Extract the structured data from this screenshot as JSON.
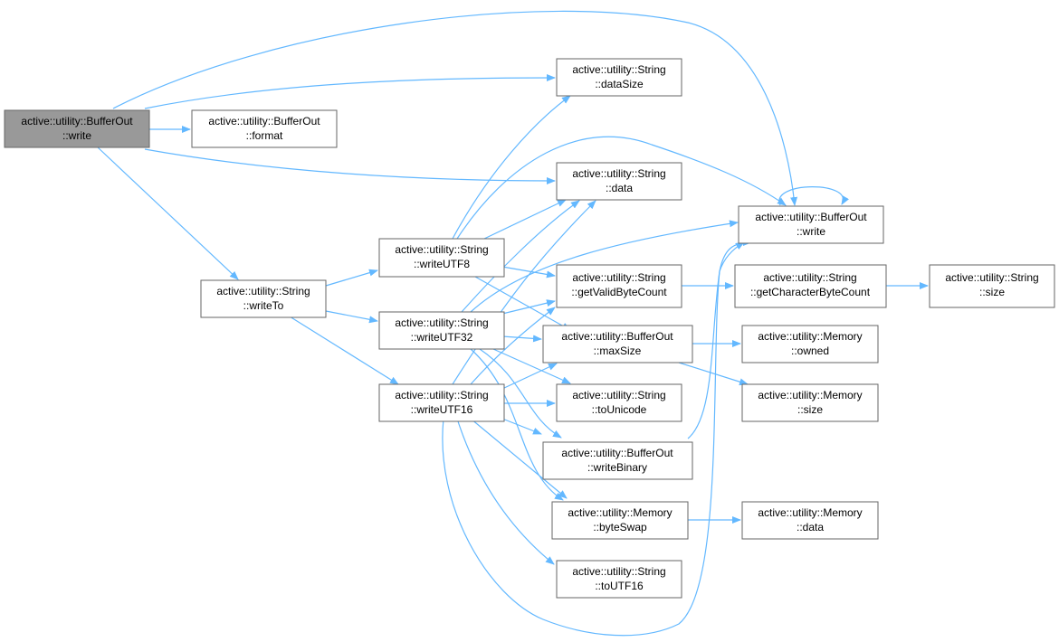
{
  "title": "active::utility::BufferOut::write call graph",
  "colors": {
    "edge": "#63b8ff",
    "root_fill": "#999999",
    "node_border": "#666666"
  },
  "nodes": {
    "root": {
      "line1": "active::utility::BufferOut",
      "line2": "::write"
    },
    "format": {
      "line1": "active::utility::BufferOut",
      "line2": "::format"
    },
    "dataSize": {
      "line1": "active::utility::String",
      "line2": "::dataSize"
    },
    "strData": {
      "line1": "active::utility::String",
      "line2": "::data"
    },
    "bufWrite": {
      "line1": "active::utility::BufferOut",
      "line2": "::write"
    },
    "writeTo": {
      "line1": "active::utility::String",
      "line2": "::writeTo"
    },
    "writeUTF8": {
      "line1": "active::utility::String",
      "line2": "::writeUTF8"
    },
    "writeUTF32": {
      "line1": "active::utility::String",
      "line2": "::writeUTF32"
    },
    "writeUTF16": {
      "line1": "active::utility::String",
      "line2": "::writeUTF16"
    },
    "getValid": {
      "line1": "active::utility::String",
      "line2": "::getValidByteCount"
    },
    "maxSize": {
      "line1": "active::utility::BufferOut",
      "line2": "::maxSize"
    },
    "toUnicode": {
      "line1": "active::utility::String",
      "line2": "::toUnicode"
    },
    "writeBinary": {
      "line1": "active::utility::BufferOut",
      "line2": "::writeBinary"
    },
    "byteSwap": {
      "line1": "active::utility::Memory",
      "line2": "::byteSwap"
    },
    "toUTF16": {
      "line1": "active::utility::String",
      "line2": "::toUTF16"
    },
    "getCharBC": {
      "line1": "active::utility::String",
      "line2": "::getCharacterByteCount"
    },
    "owned": {
      "line1": "active::utility::Memory",
      "line2": "::owned"
    },
    "memSize": {
      "line1": "active::utility::Memory",
      "line2": "::size"
    },
    "memData": {
      "line1": "active::utility::Memory",
      "line2": "::data"
    },
    "strSize": {
      "line1": "active::utility::String",
      "line2": "::size"
    }
  }
}
